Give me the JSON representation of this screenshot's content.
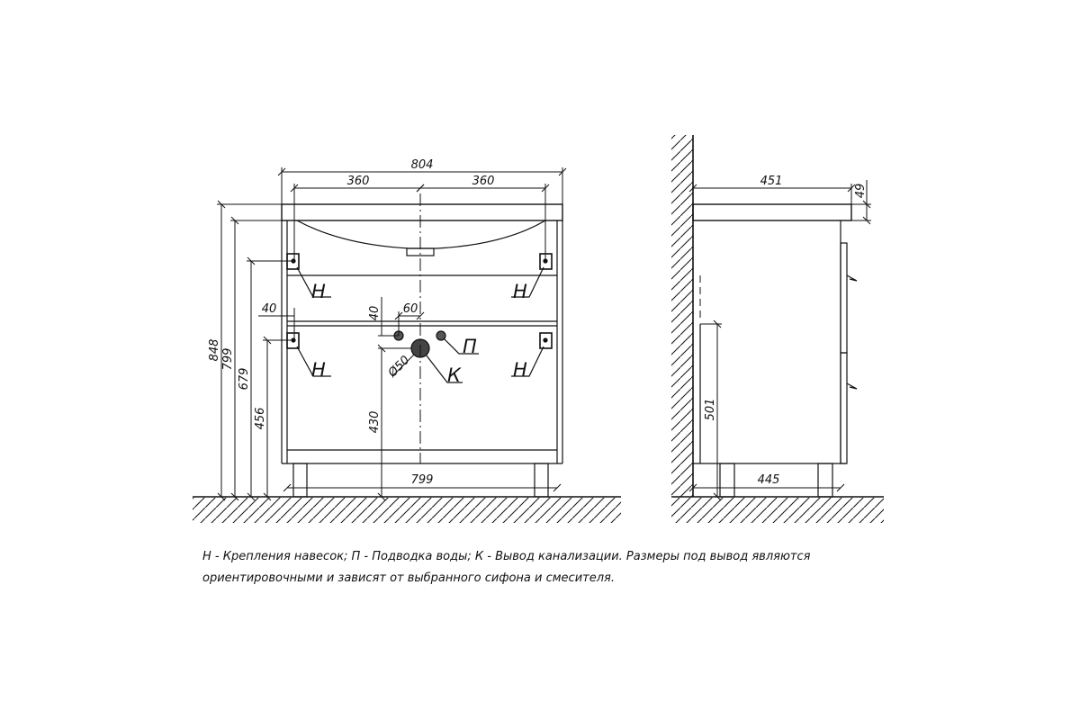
{
  "front_view": {
    "width_total": "804",
    "half_left": "360",
    "half_right": "360",
    "width_inner": "799",
    "h_total": "848",
    "h_799": "799",
    "h_679": "679",
    "h_456": "456",
    "offset_40_horizontal": "40",
    "offset_40_vertical": "40",
    "spacing_60": "60",
    "drain_diameter": "Ø50",
    "drain_height": "430",
    "label_h": "Н",
    "label_p": "П",
    "label_k": "К"
  },
  "side_view": {
    "depth_top": "451",
    "top_thickness": "49",
    "depth_bottom": "445",
    "height_501": "501"
  },
  "legend": {
    "line1": "Н - Крепления навесок; П - Подводка воды; К - Вывод канализации. Размеры под вывод являются",
    "line2": "ориентировочными и зависят от выбранного сифона и смесителя."
  }
}
